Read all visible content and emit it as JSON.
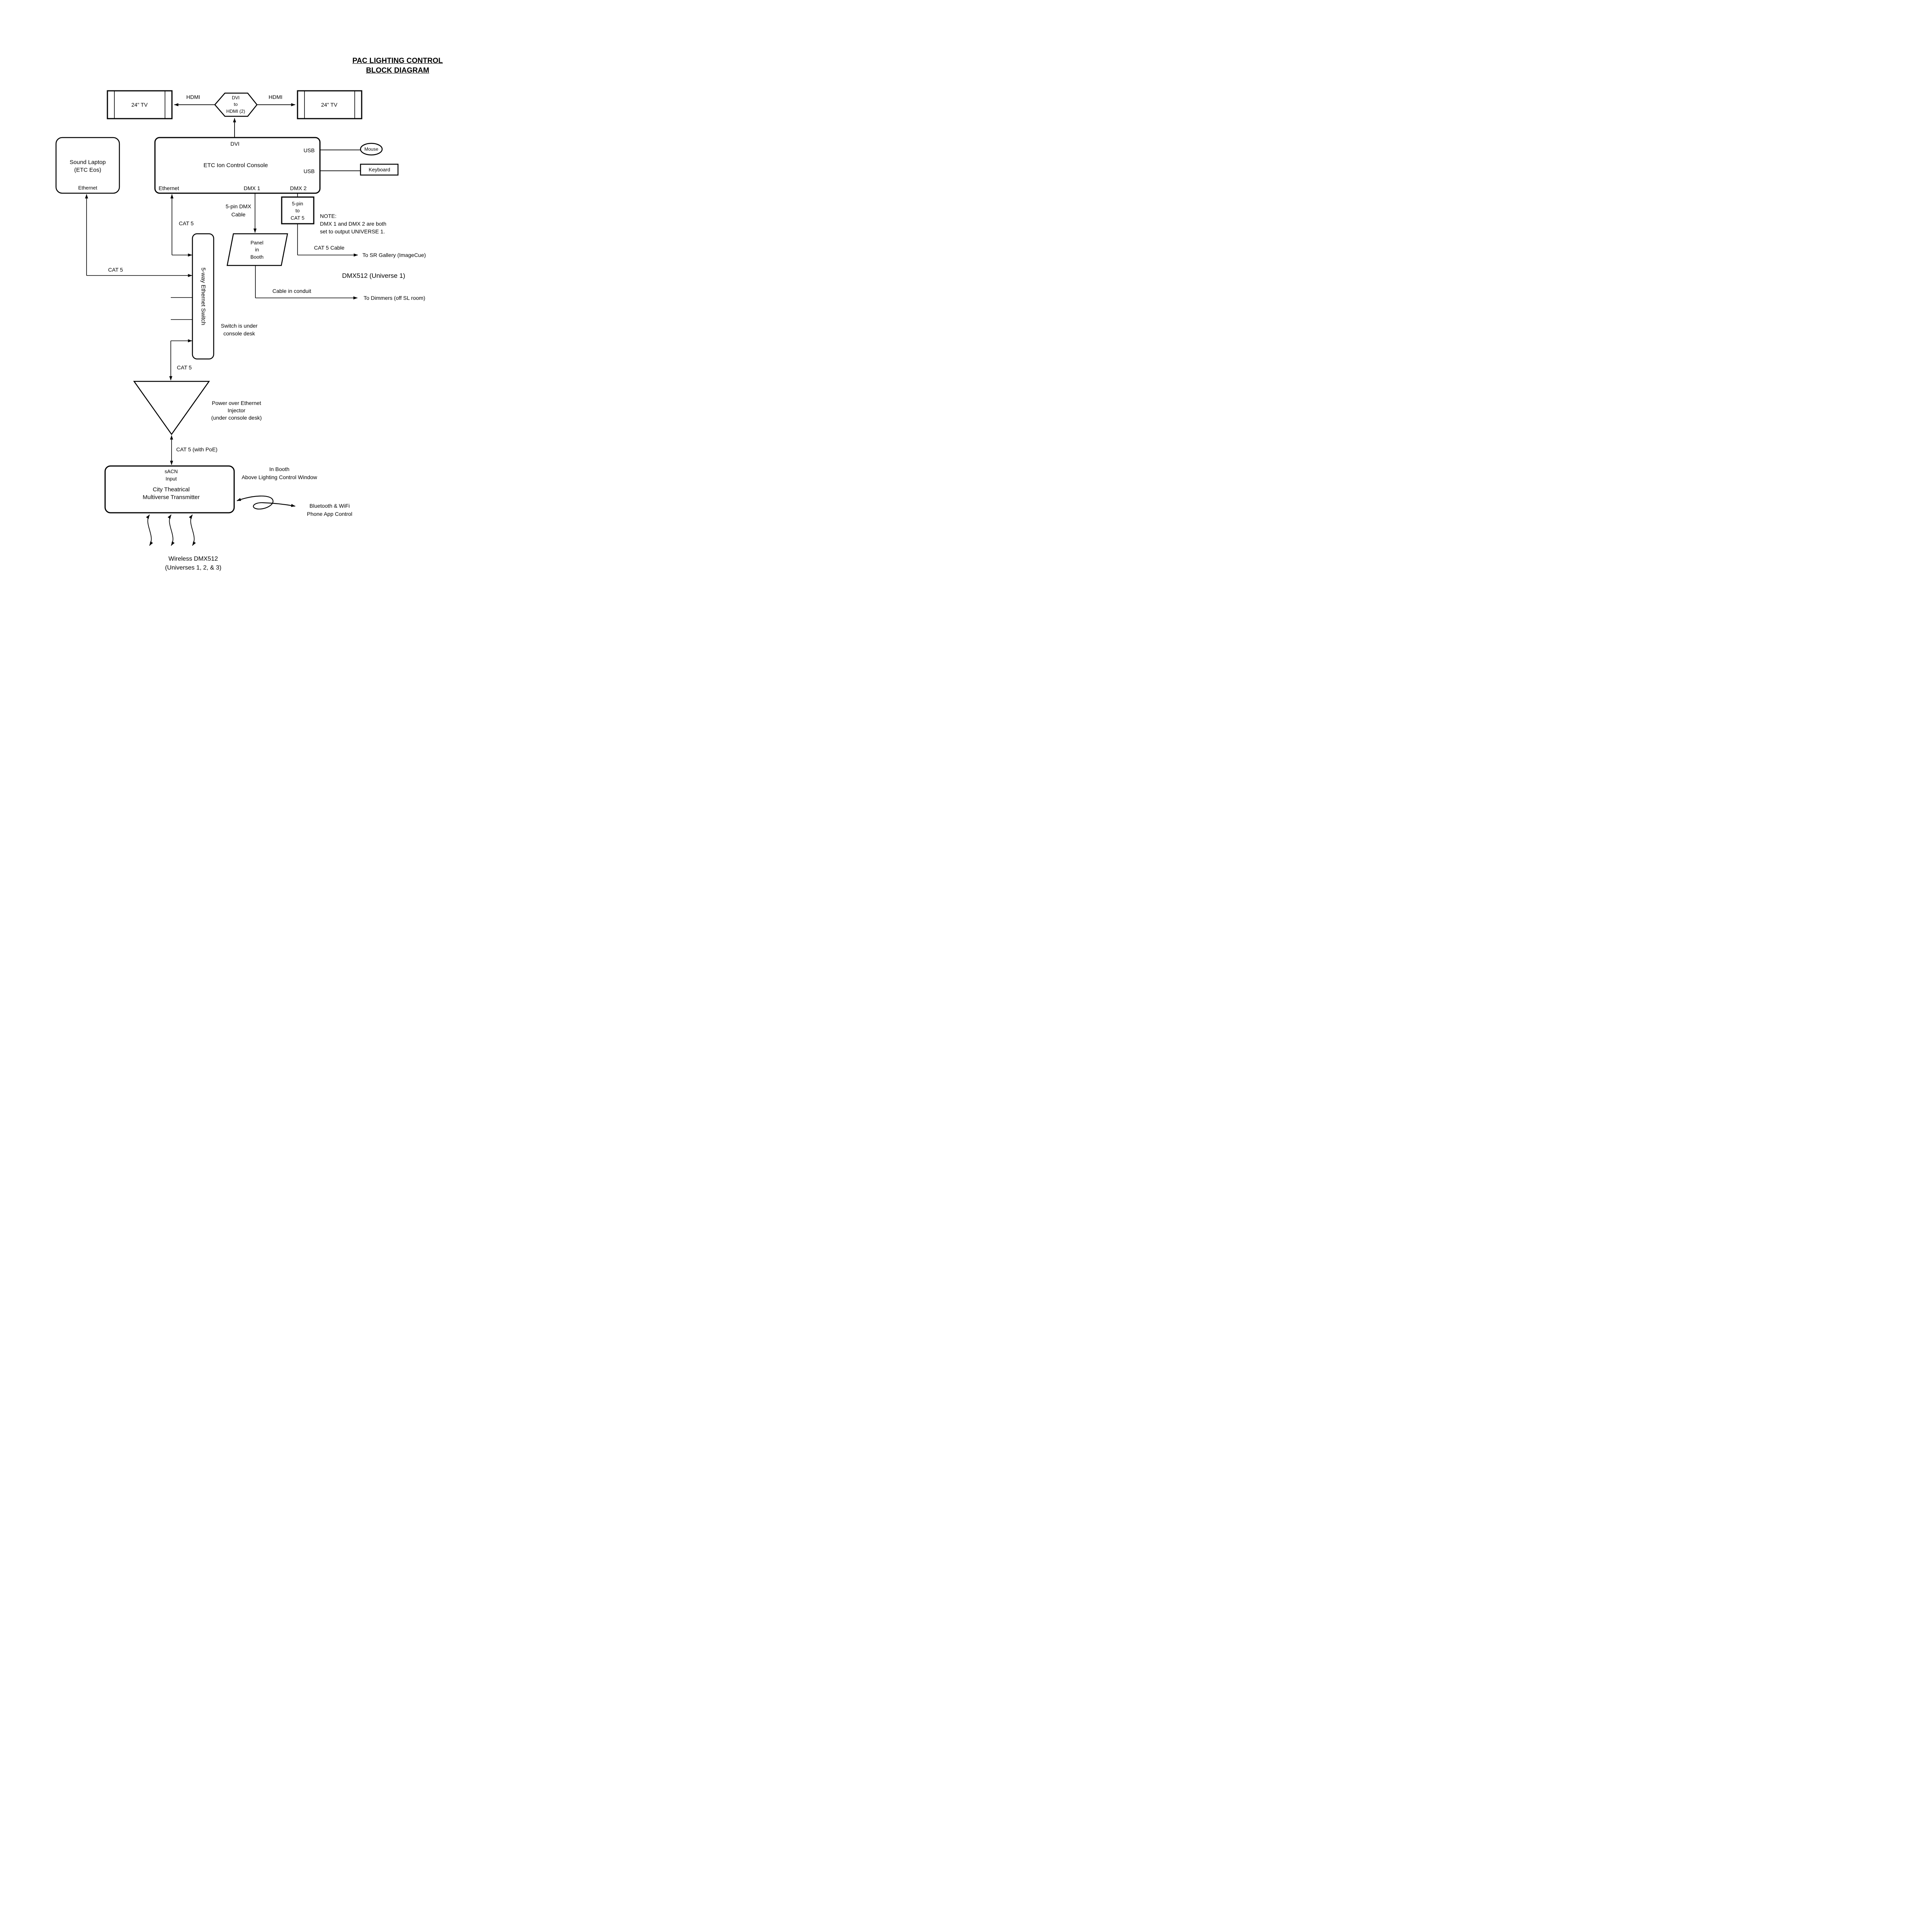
{
  "colors": {
    "ink": "#000000",
    "background": "#ffffff"
  },
  "title": {
    "line1": "PAC LIGHTING CONTROL",
    "line2": "BLOCK DIAGRAM"
  },
  "nodes": {
    "tv_left": {
      "label": "24\" TV"
    },
    "tv_right": {
      "label": "24\" TV"
    },
    "adapter_hex": {
      "line1": "DVI",
      "line2": "to",
      "line3": "HDMI (2)"
    },
    "console": {
      "name": "ETC Ion Control Console",
      "port_dvi": "DVI",
      "port_usb_top": "USB",
      "port_usb_bottom": "USB",
      "port_ethernet": "Ethernet",
      "port_dmx1": "DMX 1",
      "port_dmx2": "DMX 2"
    },
    "laptop": {
      "name1": "Sound Laptop",
      "name2": "(ETC Eos)",
      "port_ethernet": "Ethernet"
    },
    "mouse": {
      "label": "Mouse"
    },
    "keyboard": {
      "label": "Keyboard"
    },
    "ethernet_switch": {
      "name": "5-way Ethernet Switch"
    },
    "panel": {
      "line1": "Panel",
      "line2": "in",
      "line3": "Booth"
    },
    "pin_adapter": {
      "line1": "5-pin",
      "line2": "to",
      "line3": "CAT 5"
    },
    "poe_injector": {
      "line1": "Power over Ethernet",
      "line2": "Injector",
      "line3": "(under console desk)"
    },
    "transmitter": {
      "port1": "sACN",
      "port2": "Input",
      "name1": "City Theatrical",
      "name2": "Multiverse Transmitter"
    }
  },
  "labels": {
    "hdmi_left": "HDMI",
    "hdmi_right": "HDMI",
    "cat5_console": "CAT 5",
    "cat5_laptop": "CAT 5",
    "cat5_switch": "CAT 5",
    "dmx_cable_line1": "5-pin DMX",
    "dmx_cable_line2": "Cable",
    "note_line1": "NOTE:",
    "note_line2": "DMX 1 and DMX 2 are both",
    "note_line3": "set to output UNIVERSE 1.",
    "cat5_cable": "CAT 5 Cable",
    "to_sr_gallery": "To SR Gallery (ImageCue)",
    "dmx512_universe": "DMX512 (Universe 1)",
    "cable_in_conduit": "Cable in conduit",
    "to_dimmers": "To Dimmers (off SL room)",
    "switch_note1": "Switch is under",
    "switch_note2": "console desk",
    "cat5_with_poe": "CAT 5 (with PoE)",
    "booth_line1": "In Booth",
    "booth_line2": "Above Lighting Control Window",
    "bluetooth_line1": "Bluetooth & WiFi",
    "bluetooth_line2": "Phone App Control",
    "wireless_line1": "Wireless DMX512",
    "wireless_line2": "(Universes 1, 2, & 3)"
  }
}
